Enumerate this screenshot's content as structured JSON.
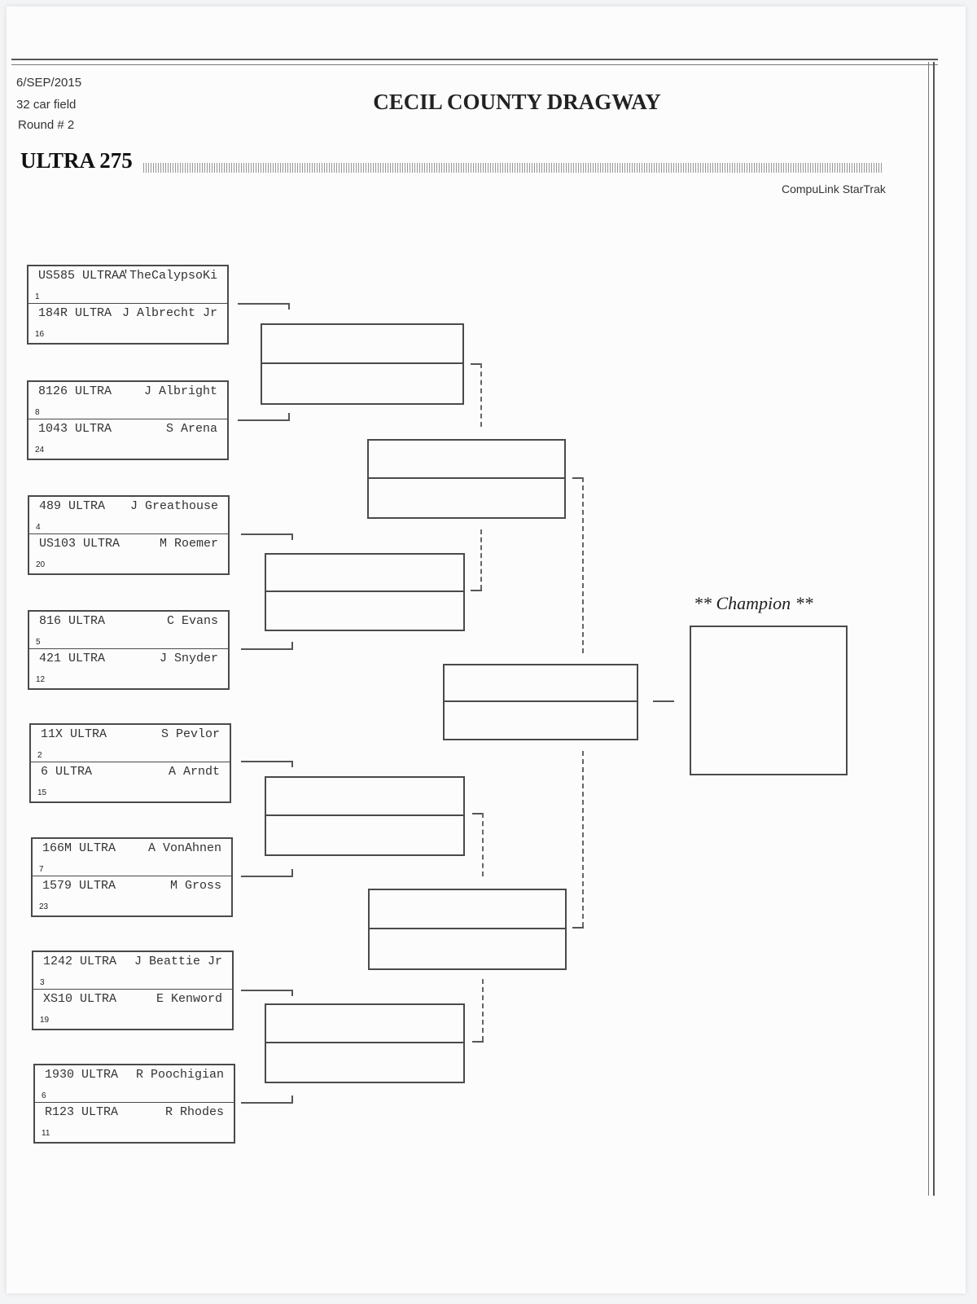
{
  "header": {
    "date": "6/SEP/2015",
    "field": "32 car field",
    "round": "Round # 2",
    "title": "CECIL COUNTY DRAGWAY",
    "class_name": "ULTRA 275",
    "software": "CompuLink StarTrak"
  },
  "matchups": [
    {
      "top": {
        "car": "US585 ULTRAA",
        "driver": "'TheCalypsoKi",
        "seed": "1"
      },
      "bottom": {
        "car": "184R ULTRA",
        "driver": "J Albrecht Jr",
        "seed": "16"
      }
    },
    {
      "top": {
        "car": "8126 ULTRA",
        "driver": "J Albright",
        "seed": "8"
      },
      "bottom": {
        "car": "1043 ULTRA",
        "driver": "S Arena",
        "seed": "24"
      }
    },
    {
      "top": {
        "car": "489 ULTRA",
        "driver": "J Greathouse",
        "seed": "4"
      },
      "bottom": {
        "car": "US103 ULTRA",
        "driver": "M Roemer",
        "seed": "20"
      }
    },
    {
      "top": {
        "car": "816 ULTRA",
        "driver": "C Evans",
        "seed": "5"
      },
      "bottom": {
        "car": "421 ULTRA",
        "driver": "J Snyder",
        "seed": "12"
      }
    },
    {
      "top": {
        "car": "11X ULTRA",
        "driver": "S Pevlor",
        "seed": "2"
      },
      "bottom": {
        "car": "6 ULTRA",
        "driver": "A Arndt",
        "seed": "15"
      }
    },
    {
      "top": {
        "car": "166M ULTRA",
        "driver": "A VonAhnen",
        "seed": "7"
      },
      "bottom": {
        "car": "1579 ULTRA",
        "driver": "M Gross",
        "seed": "23"
      }
    },
    {
      "top": {
        "car": "1242 ULTRA",
        "driver": "J Beattie Jr",
        "seed": "3"
      },
      "bottom": {
        "car": "XS10 ULTRA",
        "driver": "E Kenword",
        "seed": "19"
      }
    },
    {
      "top": {
        "car": "1930 ULTRA",
        "driver": "R Poochigian",
        "seed": "6"
      },
      "bottom": {
        "car": "R123 ULTRA",
        "driver": "R Rhodes",
        "seed": "11"
      }
    }
  ],
  "champion": {
    "label": "** Champion **"
  }
}
